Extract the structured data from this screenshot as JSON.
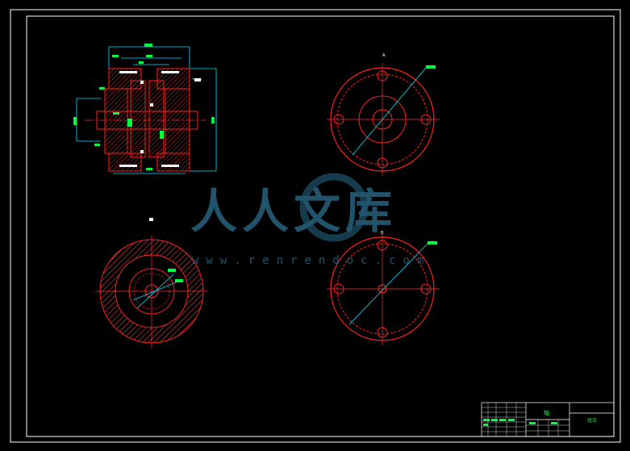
{
  "colors": {
    "background": "#000000",
    "frame": "#ffffff",
    "part": "#ff2020",
    "dimension": "#00e5ff",
    "label": "#00ff40",
    "centerline": "#ff3030",
    "hatch": "#ff4040"
  },
  "watermark": {
    "brand": "人人文库",
    "url": "www.renrendoc.com"
  },
  "title_block": {
    "title": "轴",
    "code": "组合"
  },
  "views": {
    "top_right_marker": "A",
    "bottom_right_marker": "B"
  }
}
